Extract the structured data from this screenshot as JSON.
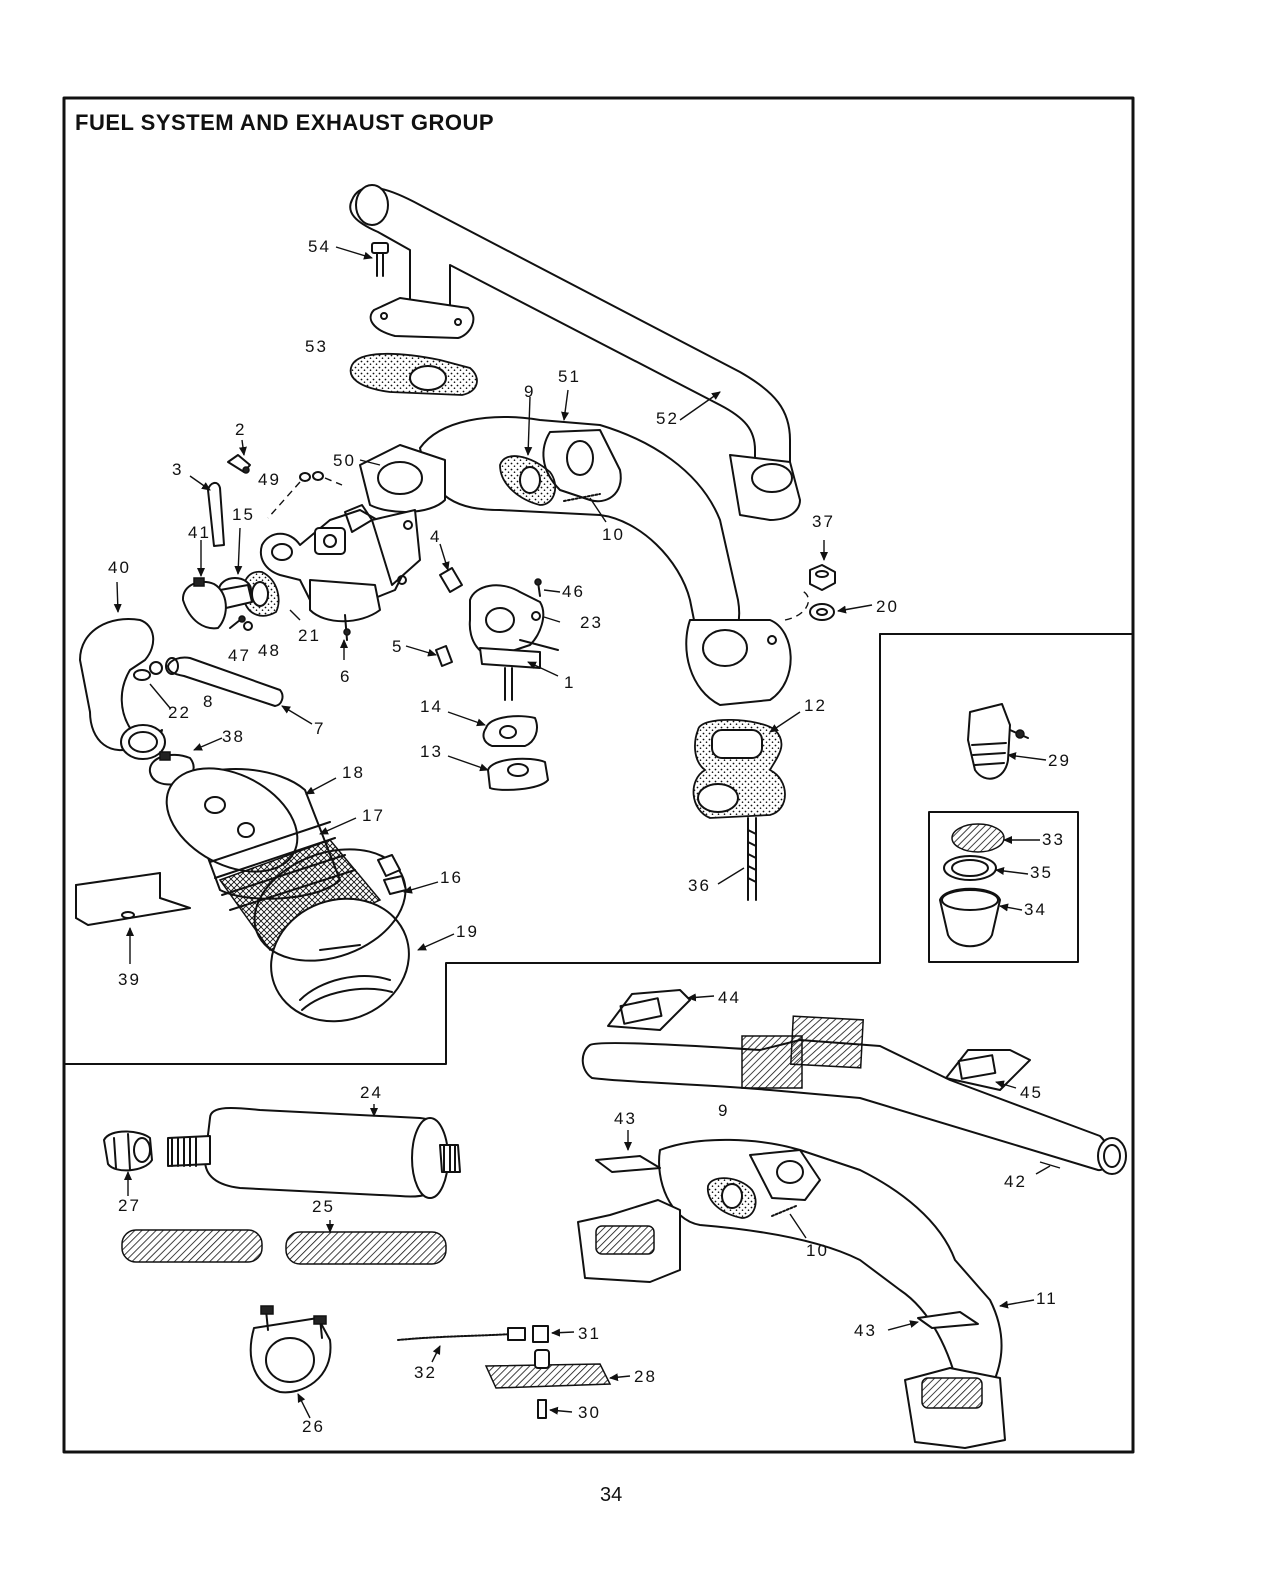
{
  "title": "FUEL SYSTEM AND EXHAUST GROUP",
  "page_number": "34",
  "labels": [
    {
      "id": "l54",
      "text": "54"
    },
    {
      "id": "l53",
      "text": "53"
    },
    {
      "id": "l51",
      "text": "51"
    },
    {
      "id": "l9a",
      "text": "9"
    },
    {
      "id": "l52",
      "text": "52"
    },
    {
      "id": "l2",
      "text": "2"
    },
    {
      "id": "l50",
      "text": "50"
    },
    {
      "id": "l49",
      "text": "49"
    },
    {
      "id": "l3",
      "text": "3"
    },
    {
      "id": "l41",
      "text": "41"
    },
    {
      "id": "l15",
      "text": "15"
    },
    {
      "id": "l10a",
      "text": "10"
    },
    {
      "id": "l37",
      "text": "37"
    },
    {
      "id": "l4",
      "text": "4"
    },
    {
      "id": "l40",
      "text": "40"
    },
    {
      "id": "l46",
      "text": "46"
    },
    {
      "id": "l20",
      "text": "20"
    },
    {
      "id": "l23",
      "text": "23"
    },
    {
      "id": "l21",
      "text": "21"
    },
    {
      "id": "l47",
      "text": "47"
    },
    {
      "id": "l48",
      "text": "48"
    },
    {
      "id": "l5",
      "text": "5"
    },
    {
      "id": "l6",
      "text": "6"
    },
    {
      "id": "l1",
      "text": "1"
    },
    {
      "id": "l22",
      "text": "22"
    },
    {
      "id": "l8",
      "text": "8"
    },
    {
      "id": "l7",
      "text": "7"
    },
    {
      "id": "l14",
      "text": "14"
    },
    {
      "id": "l12",
      "text": "12"
    },
    {
      "id": "l38",
      "text": "38"
    },
    {
      "id": "l13",
      "text": "13"
    },
    {
      "id": "l18",
      "text": "18"
    },
    {
      "id": "l29",
      "text": "29"
    },
    {
      "id": "l17",
      "text": "17"
    },
    {
      "id": "l33",
      "text": "33"
    },
    {
      "id": "l35",
      "text": "35"
    },
    {
      "id": "l16",
      "text": "16"
    },
    {
      "id": "l36",
      "text": "36"
    },
    {
      "id": "l34",
      "text": "34"
    },
    {
      "id": "l19",
      "text": "19"
    },
    {
      "id": "l39",
      "text": "39"
    },
    {
      "id": "l44",
      "text": "44"
    },
    {
      "id": "l45",
      "text": "45"
    },
    {
      "id": "l24",
      "text": "24"
    },
    {
      "id": "l43a",
      "text": "43"
    },
    {
      "id": "l9b",
      "text": "9"
    },
    {
      "id": "l27",
      "text": "27"
    },
    {
      "id": "l25",
      "text": "25"
    },
    {
      "id": "l42",
      "text": "42"
    },
    {
      "id": "l10b",
      "text": "10"
    },
    {
      "id": "l11",
      "text": "11"
    },
    {
      "id": "l31",
      "text": "31"
    },
    {
      "id": "l43b",
      "text": "43"
    },
    {
      "id": "l32",
      "text": "32"
    },
    {
      "id": "l28",
      "text": "28"
    },
    {
      "id": "l30",
      "text": "30"
    },
    {
      "id": "l26",
      "text": "26"
    }
  ]
}
